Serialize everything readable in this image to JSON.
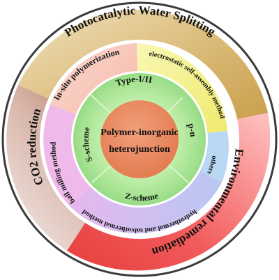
{
  "center": {
    "line1": "Polymer-inorganic",
    "line2": "heterojunction"
  },
  "inner_ring": {
    "type_label": "Type-I/II",
    "pn_label": "p-n",
    "s_label": "S-scheme",
    "z_label": "Z-scheme"
  },
  "method_ring": {
    "insitu": "In-situ polymerization",
    "electrostatic": "electrostatic self-assembly method",
    "others": "others",
    "hydrothermal": "hydrothermal and solvothermal method",
    "ballmill": "ball milling method"
  },
  "outer_ring": {
    "water": "Photocatalytic Water Splitting",
    "env": "Environmental remediation",
    "co2": "CO2 reduction"
  },
  "colors": {
    "outer_water": "#d8b872",
    "outer_env": "#f25a5a",
    "outer_co2": "#b5765f",
    "method_insitu": "#f7c7b8",
    "method_electrostatic": "#f2f08a",
    "method_others": "#b9d8f3",
    "method_hydrothermal": "#cfb8ee",
    "method_ballmill": "#efb9ea",
    "inner_green": "#8fd87f",
    "inner_light": "#c7f0b5",
    "center": "#e7855b"
  }
}
